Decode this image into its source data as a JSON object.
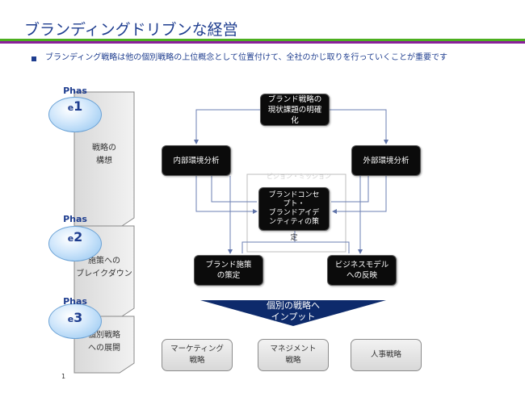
{
  "header": {
    "title": "ブランディングドリブンな経営",
    "bullet": "ブランディング戦略は他の個別戦略の上位概念として位置付けて、全社のかじ取りを行っていくことが重要です"
  },
  "phases": [
    {
      "word": "Phas",
      "letter": "e",
      "num": "1",
      "label_lines": [
        "戦略の",
        "構想"
      ]
    },
    {
      "word": "Phas",
      "letter": "e",
      "num": "2",
      "label_lines": [
        "施策への",
        "ブレイクダウン"
      ]
    },
    {
      "word": "Phas",
      "letter": "e",
      "num": "3",
      "label_lines": [
        "個別戦略",
        "への展開"
      ]
    }
  ],
  "boxes": {
    "top": [
      "ブランド戦略の",
      "現状課題の明確",
      "化"
    ],
    "internal": "内部環境分析",
    "external": "外部環境分析",
    "center": [
      "ブランドコンセ",
      "プト・",
      "ブランドアイデ",
      "ンティティの策",
      "定"
    ],
    "center_faint": "ビジョン・ミッション",
    "brand_measure": [
      "ブランド施策",
      "の策定"
    ],
    "business_model": [
      "ビジネスモデル",
      "への反映"
    ]
  },
  "input_arrow": [
    "個別の戦略へ",
    "インプット"
  ],
  "bottom": [
    {
      "lines": [
        "マーケティング",
        "戦略"
      ]
    },
    {
      "lines": [
        "マネジメント",
        "戦略"
      ]
    },
    {
      "lines": [
        "人事戦略"
      ]
    }
  ],
  "footer": {
    "page": "1"
  },
  "colors": {
    "title": "#1e3d8f",
    "green_rule": "#4caf1f",
    "purple_rule": "#8a1f9b",
    "arrow": "#0d2a6b",
    "connector": "#6b7fb3"
  }
}
